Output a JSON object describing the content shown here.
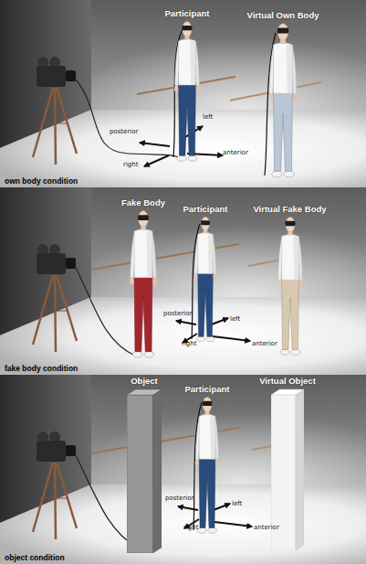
{
  "diagram": {
    "nodes": [
      {
        "text": [
          "own body condition"
        ]
      },
      {
        "text": [
          "Participant"
        ],
        "in": 0
      },
      {
        "text": [
          "Virtual Own Body"
        ],
        "in": 0
      },
      {
        "text": [
          "fake body condition"
        ]
      },
      {
        "text": [
          "Fake Body"
        ],
        "in": 3
      },
      {
        "text": [
          "Participant"
        ],
        "in": 3
      },
      {
        "text": [
          "Virtual Fake Body"
        ],
        "in": 3
      },
      {
        "text": [
          "object condition"
        ]
      },
      {
        "text": [
          "Object"
        ],
        "in": 7
      },
      {
        "text": [
          "Participant"
        ],
        "in": 7
      },
      {
        "text": [
          "Virtual Object"
        ],
        "in": 7
      }
    ],
    "labels": [
      "posterior",
      "left",
      "right",
      "anterior",
      "posterior",
      "left",
      "right",
      "anterior",
      "posterior",
      "left",
      "right",
      "anterior"
    ]
  }
}
